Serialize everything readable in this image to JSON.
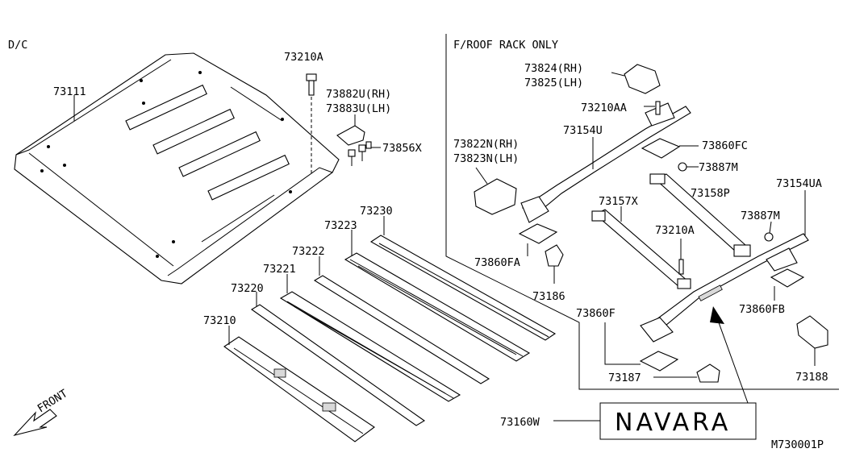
{
  "header": {
    "left_code": "D/C",
    "section_title": "F/ROOF RACK ONLY"
  },
  "footer": {
    "diagram_id": "M730001P",
    "front_label": "FRONT"
  },
  "emblem": {
    "text": "NAVARA"
  },
  "parts": {
    "p73111": "73111",
    "p73210A_top": "73210A",
    "p73882U": "73882U(RH)",
    "p73883U": "73883U(LH)",
    "p73856X": "73856X",
    "p73230": "73230",
    "p73223": "73223",
    "p73222": "73222",
    "p73221": "73221",
    "p73220": "73220",
    "p73210": "73210",
    "p73824": "73824(RH)",
    "p73825": "73825(LH)",
    "p73210AA": "73210AA",
    "p73154U": "73154U",
    "p73860FC": "73860FC",
    "p73887M_top": "73887M",
    "p73822N": "73822N(RH)",
    "p73823N": "73823N(LH)",
    "p73158P": "73158P",
    "p73154UA": "73154UA",
    "p73157X": "73157X",
    "p73887M_right": "73887M",
    "p73210A_mid": "73210A",
    "p73860FA": "73860FA",
    "p73186": "73186",
    "p73860FB": "73860FB",
    "p73860F": "73860F",
    "p73187": "73187",
    "p73188": "73188",
    "p73160W": "73160W"
  }
}
